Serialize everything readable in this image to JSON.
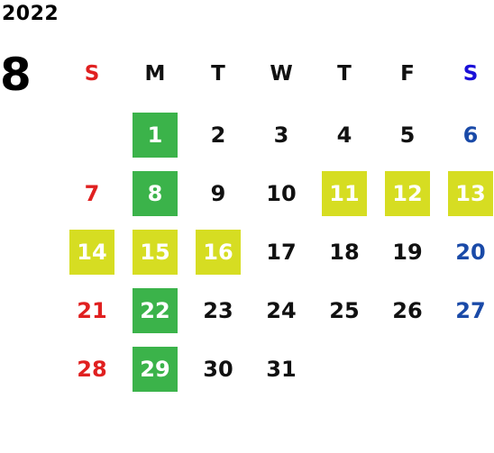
{
  "year": "2022",
  "month": "8",
  "colors": {
    "sunday": "#e02020",
    "saturday": "#1a4aa8",
    "saturday_header": "#1a10d8",
    "weekday": "#111111",
    "highlight_text": "#ffffff",
    "green_highlight": "#3bb34a",
    "yellow_highlight": "#d6dd22"
  },
  "weekdays": [
    "S",
    "M",
    "T",
    "W",
    "T",
    "F",
    "S"
  ],
  "weeks": [
    [
      {
        "day": "",
        "hl": ""
      },
      {
        "day": "1",
        "hl": "green"
      },
      {
        "day": "2",
        "hl": ""
      },
      {
        "day": "3",
        "hl": ""
      },
      {
        "day": "4",
        "hl": ""
      },
      {
        "day": "5",
        "hl": ""
      },
      {
        "day": "6",
        "hl": ""
      }
    ],
    [
      {
        "day": "7",
        "hl": ""
      },
      {
        "day": "8",
        "hl": "green"
      },
      {
        "day": "9",
        "hl": ""
      },
      {
        "day": "10",
        "hl": ""
      },
      {
        "day": "11",
        "hl": "yellow"
      },
      {
        "day": "12",
        "hl": "yellow"
      },
      {
        "day": "13",
        "hl": "yellow"
      }
    ],
    [
      {
        "day": "14",
        "hl": "yellow"
      },
      {
        "day": "15",
        "hl": "yellow"
      },
      {
        "day": "16",
        "hl": "yellow"
      },
      {
        "day": "17",
        "hl": ""
      },
      {
        "day": "18",
        "hl": ""
      },
      {
        "day": "19",
        "hl": ""
      },
      {
        "day": "20",
        "hl": ""
      }
    ],
    [
      {
        "day": "21",
        "hl": ""
      },
      {
        "day": "22",
        "hl": "green"
      },
      {
        "day": "23",
        "hl": ""
      },
      {
        "day": "24",
        "hl": ""
      },
      {
        "day": "25",
        "hl": ""
      },
      {
        "day": "26",
        "hl": ""
      },
      {
        "day": "27",
        "hl": ""
      }
    ],
    [
      {
        "day": "28",
        "hl": ""
      },
      {
        "day": "29",
        "hl": "green"
      },
      {
        "day": "30",
        "hl": ""
      },
      {
        "day": "31",
        "hl": ""
      },
      {
        "day": "",
        "hl": ""
      },
      {
        "day": "",
        "hl": ""
      },
      {
        "day": "",
        "hl": ""
      }
    ]
  ]
}
